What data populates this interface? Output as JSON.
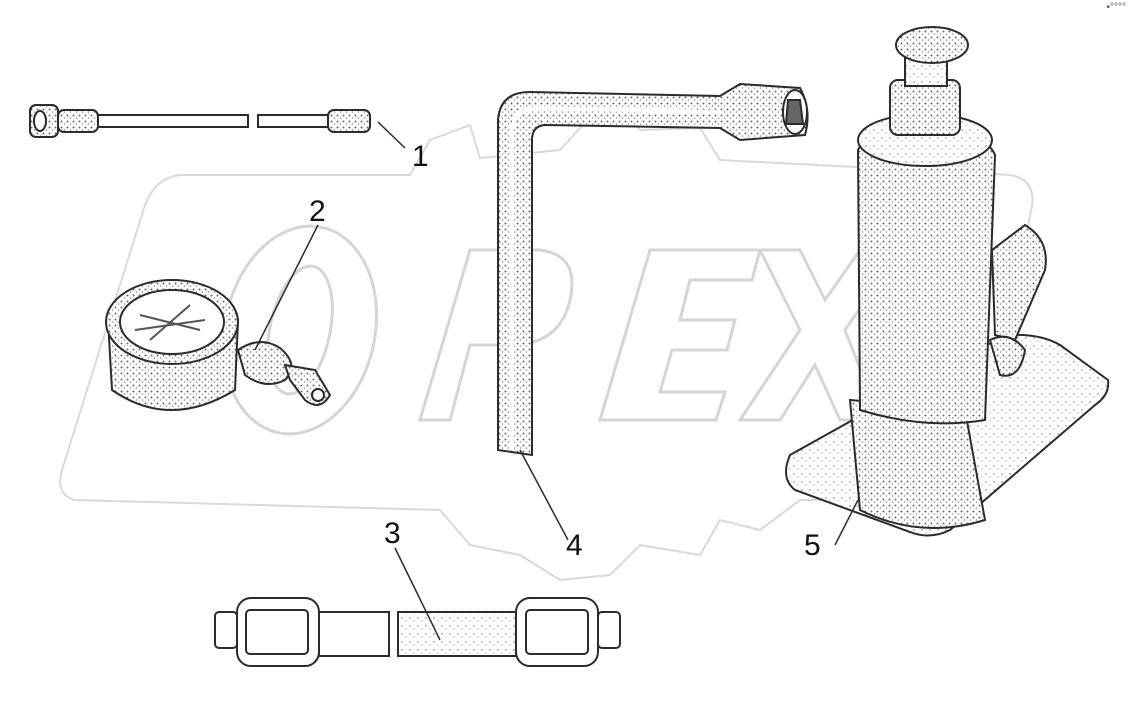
{
  "diagram": {
    "watermark": {
      "text": "OPEX",
      "color": "#d9d9d9"
    },
    "colors": {
      "ink": "#2b2b2b",
      "shade": "#9a9a9a",
      "paper": "#ffffff"
    },
    "callouts": [
      {
        "id": "1",
        "label": "1"
      },
      {
        "id": "2",
        "label": "2"
      },
      {
        "id": "3",
        "label": "3"
      },
      {
        "id": "4",
        "label": "4"
      },
      {
        "id": "5",
        "label": "5"
      }
    ],
    "corner_mark": "•°°°°"
  }
}
